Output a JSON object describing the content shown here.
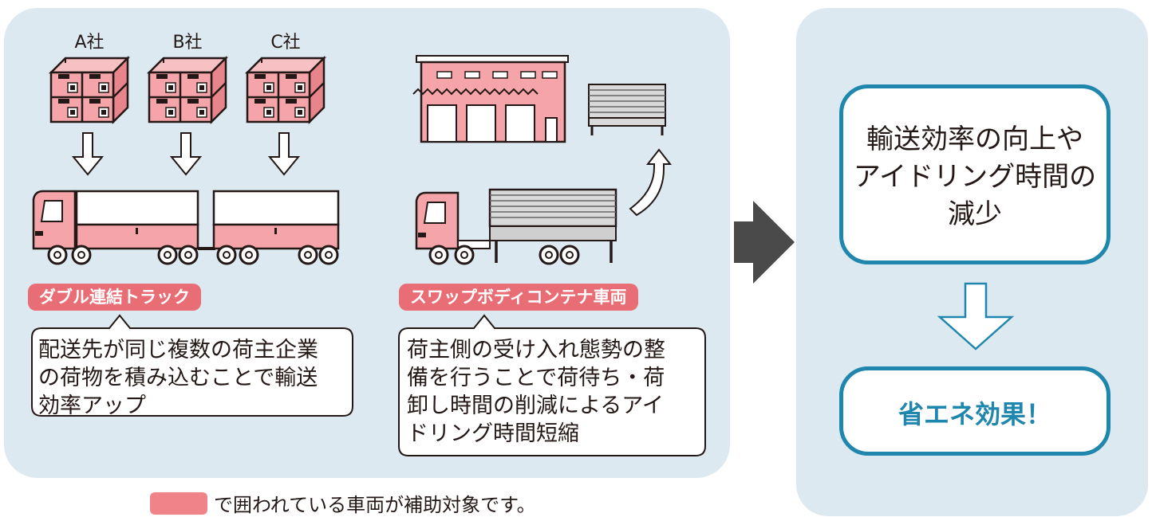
{
  "left": {
    "companies": [
      "A社",
      "B社",
      "C社"
    ],
    "double_truck": {
      "label": "ダブル連結トラック",
      "desc_lines": [
        "配送先が同じ複数の荷主企業",
        "の荷物を積み込むことで輸送",
        "効率アップ"
      ]
    },
    "swap_body": {
      "label": "スワップボディコンテナ車両",
      "desc_lines": [
        "荷主側の受け入れ態勢の整",
        "備を行うことで荷待ち・荷",
        "卸し時間の削減によるアイ",
        "ドリング時間短縮"
      ]
    }
  },
  "right": {
    "result1_lines": [
      "輸送効率の向上や",
      "アイドリング時間の",
      "減少"
    ],
    "result2": "省エネ効果！"
  },
  "legend": {
    "text": "で囲われている車両が補助対象です。"
  },
  "colors": {
    "pink": "#f0838a",
    "tag_pink": "#e96d75",
    "panel": "#dce9f1",
    "blue": "#1f86ad",
    "gray_arrow": "#4a4a4a"
  }
}
